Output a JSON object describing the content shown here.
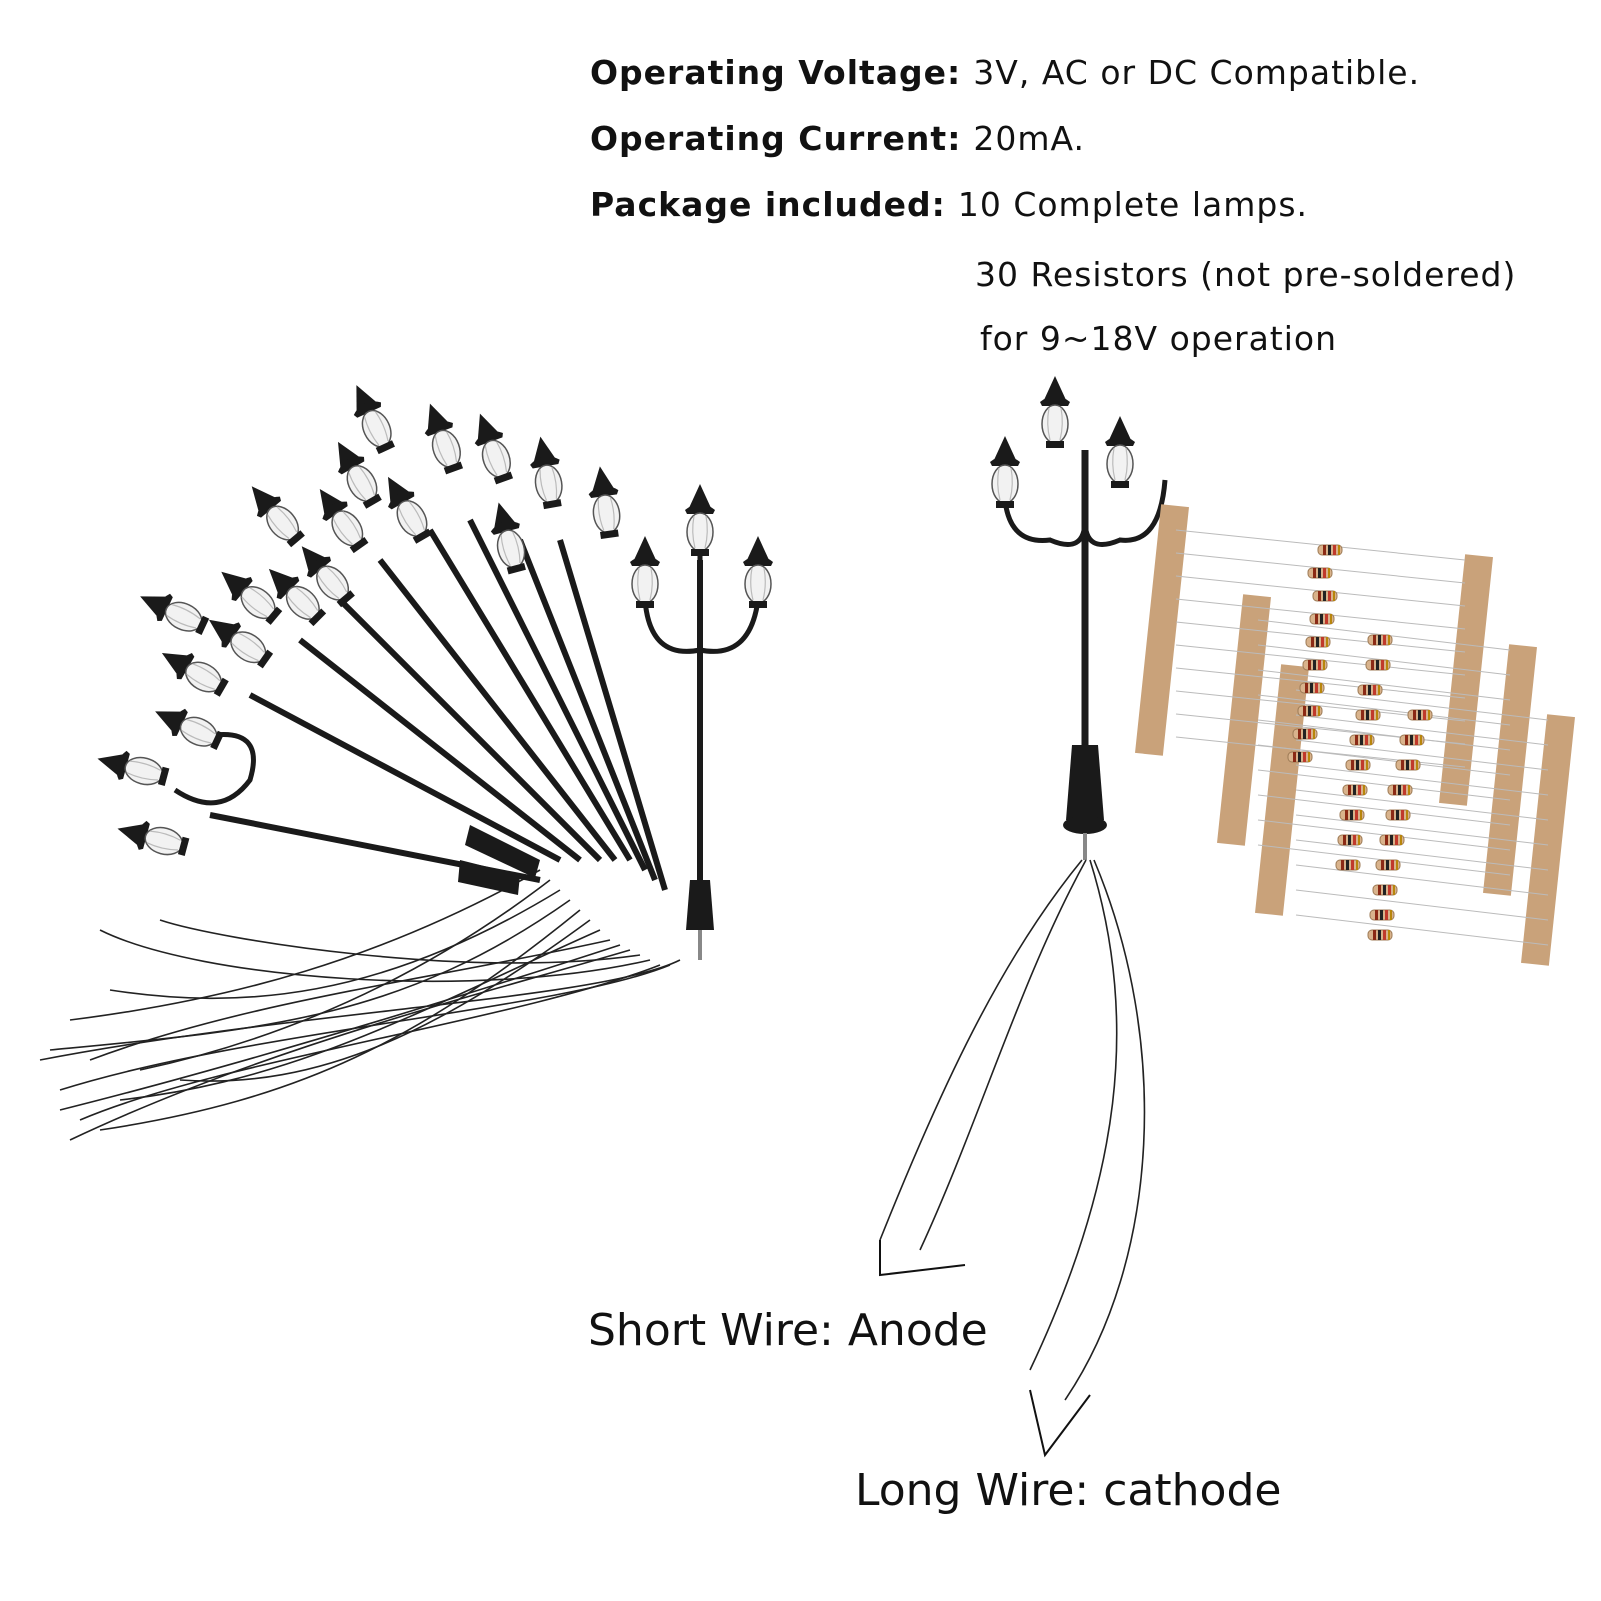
{
  "specs": [
    {
      "label": "Operating Voltage:",
      "value": "3V, AC or DC Compatible."
    },
    {
      "label": "Operating Current:",
      "value": "20mA."
    },
    {
      "label": "Package included:",
      "value": "10 Complete lamps."
    }
  ],
  "package_continued": [
    "30 Resistors (not pre-soldered)",
    "for 9~18V operation"
  ],
  "wire_labels": {
    "short": "Short Wire: Anode",
    "long": "Long Wire: cathode"
  },
  "colors": {
    "lamp_black": "#1a1a1a",
    "globe": "#f0f0f0",
    "bulb_glow": "#e8d9a0",
    "tape": "#c9a27a",
    "resistor_body": "#d9b38c",
    "wire": "#222222"
  },
  "lamp_count": 10,
  "resistor_count": 30
}
